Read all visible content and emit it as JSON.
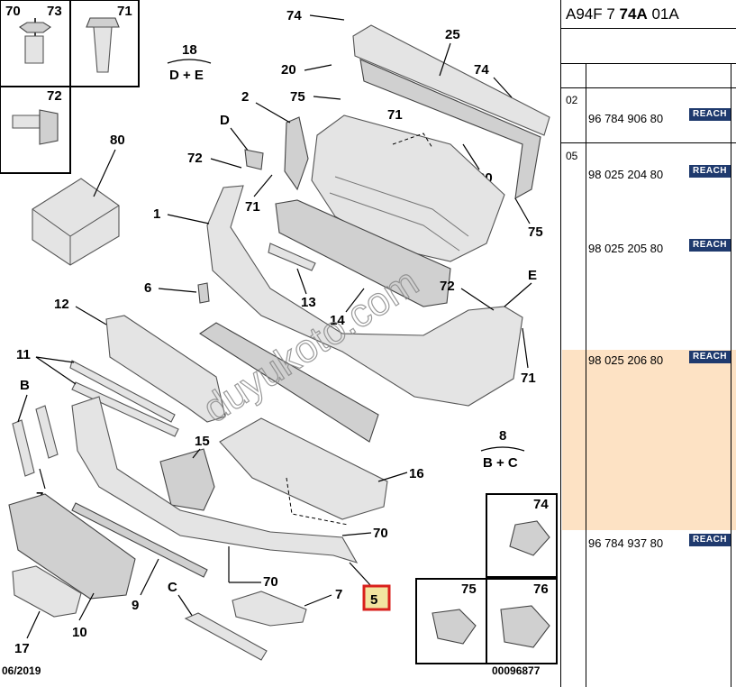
{
  "ref": {
    "prefix": "A94F 7 ",
    "bold": "74A",
    "suffix": " 01A"
  },
  "rows": [
    {
      "idx": "02",
      "part": "96 784 906 80",
      "reach": "REACH"
    },
    {
      "idx": "05",
      "part": "98 025 204 80",
      "reach": "REACH"
    },
    {
      "idx": "",
      "part": "98 025 205 80",
      "reach": "REACH"
    },
    {
      "idx": "",
      "part": "98 025 206 80",
      "reach": "REACH"
    },
    {
      "idx": "",
      "part": "96 784 937 80",
      "reach": "REACH"
    }
  ],
  "callouts": {
    "c70a": "70",
    "c73": "73",
    "c71a": "71",
    "c72a": "72",
    "c80": "80",
    "c74a": "74",
    "c25": "25",
    "c20a": "20",
    "c74b": "74",
    "c18": "18",
    "c18b": "D + E",
    "c2": "2",
    "c75a": "75",
    "c71b": "71",
    "cD": "D",
    "c72b": "72",
    "c71c": "71",
    "c1": "1",
    "c20b": "20",
    "c75b": "75",
    "c6": "6",
    "c13": "13",
    "c72c": "72",
    "cE": "E",
    "c14": "14",
    "c12": "12",
    "c71d": "71",
    "c11": "11",
    "cB": "B",
    "c15": "15",
    "c16": "16",
    "c8": "8",
    "c8b": "B + C",
    "c7a": "7",
    "c70b": "70",
    "c74c": "74",
    "c9": "9",
    "c70c": "70",
    "cC": "C",
    "c7b": "7",
    "c5": "5",
    "c75c": "75",
    "c76": "76",
    "c10": "10",
    "c17": "17"
  },
  "footer": {
    "date": "06/2019",
    "code": "00096877"
  },
  "watermark": "duyukoto.com",
  "colors": {
    "highlight": "#fde2c4",
    "reach_badge": "#1f3a6e",
    "selected_box": "#d9201c",
    "selected_fill": "#f2e4a0"
  }
}
